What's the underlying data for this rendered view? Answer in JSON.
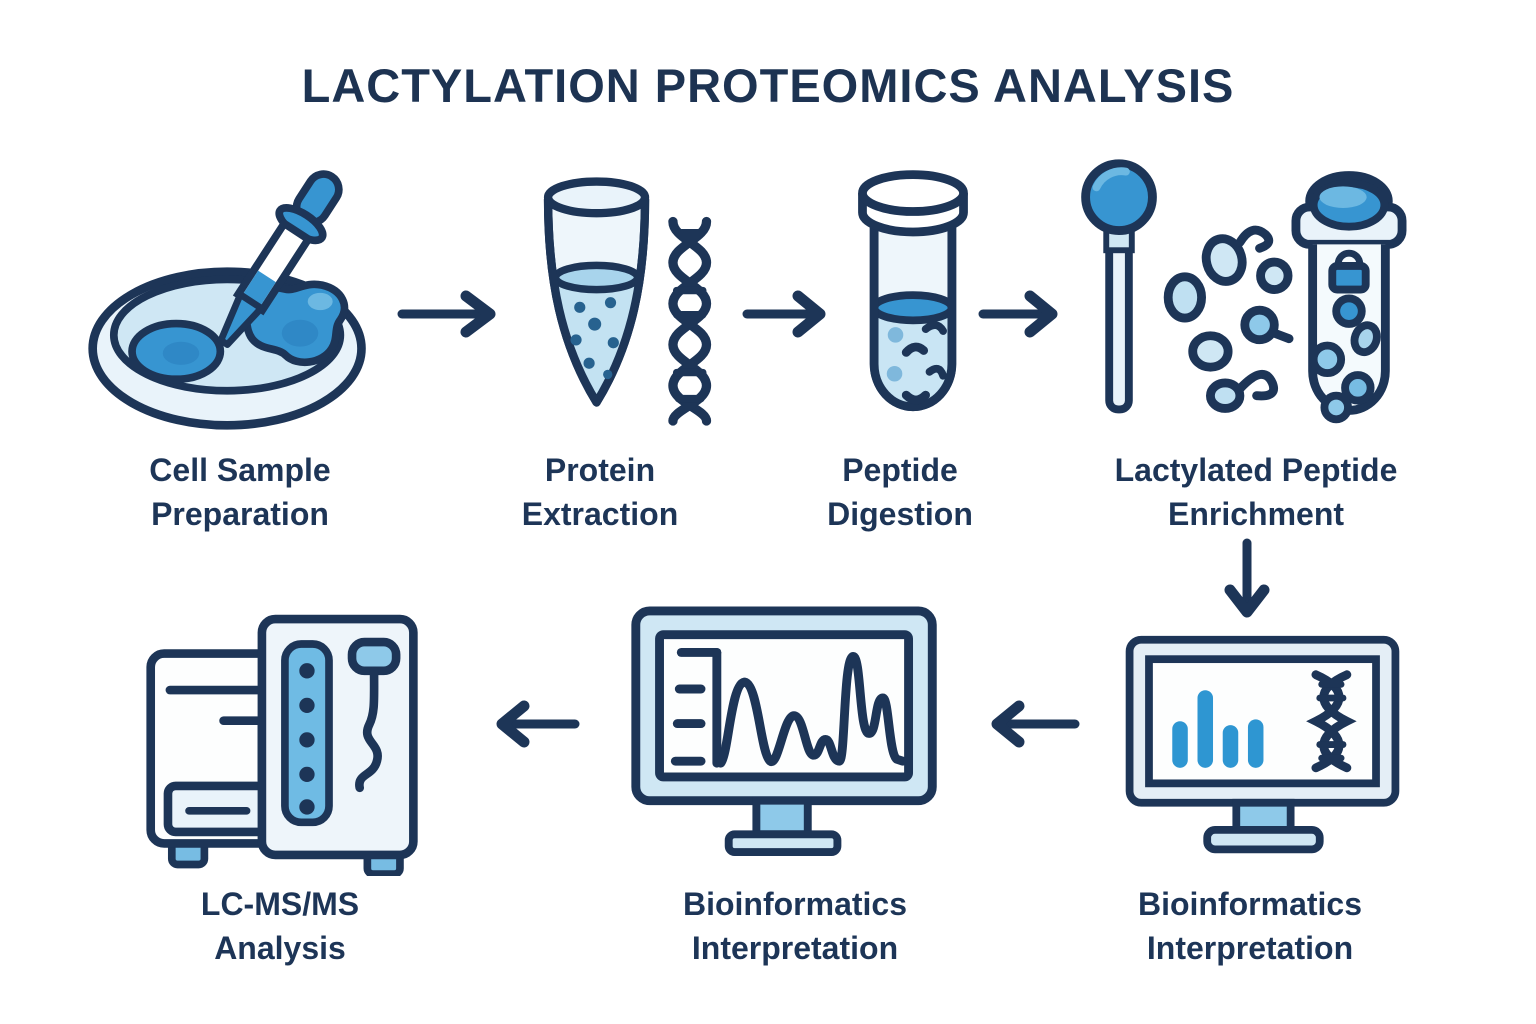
{
  "title": "LACTYLATION PROTEOMICS ANALYSIS",
  "colors": {
    "outline_navy": "#1d3557",
    "medium_blue": "#3795d1",
    "bar_blue": "#2e96d2",
    "light_blue": "#cfe7f4",
    "pale_blue": "#e9f3fa",
    "background": "#ffffff"
  },
  "steps": [
    {
      "id": "cell-sample-preparation",
      "label_line1": "Cell Sample",
      "label_line2": "Preparation",
      "icon": "petri-dish-dropper-icon"
    },
    {
      "id": "protein-extraction",
      "label_line1": "Protein",
      "label_line2": "Extraction",
      "icon": "tube-dna-helix-icon"
    },
    {
      "id": "peptide-digestion",
      "label_line1": "Peptide",
      "label_line2": "Digestion",
      "icon": "test-tube-peptides-icon"
    },
    {
      "id": "lactylated-peptide-enrichment",
      "label_line1": "Lactylated Peptide",
      "label_line2": "Enrichment",
      "icon": "swab-peptides-tube-icon"
    },
    {
      "id": "bioinformatics-interpretation-1",
      "label_line1": "Bioinformatics",
      "label_line2": "Interpretation",
      "icon": "monitor-bar-chart-dna-icon"
    },
    {
      "id": "bioinformatics-interpretation-2",
      "label_line1": "Bioinformatics",
      "label_line2": "Interpretation",
      "icon": "monitor-spectrum-icon"
    },
    {
      "id": "lc-ms-ms-analysis",
      "label_line1": "LC-MS/MS",
      "label_line2": "Analysis",
      "icon": "mass-spectrometer-icon"
    }
  ],
  "flow_icons": [
    "arrow-right-icon",
    "arrow-down-icon",
    "arrow-left-icon"
  ]
}
